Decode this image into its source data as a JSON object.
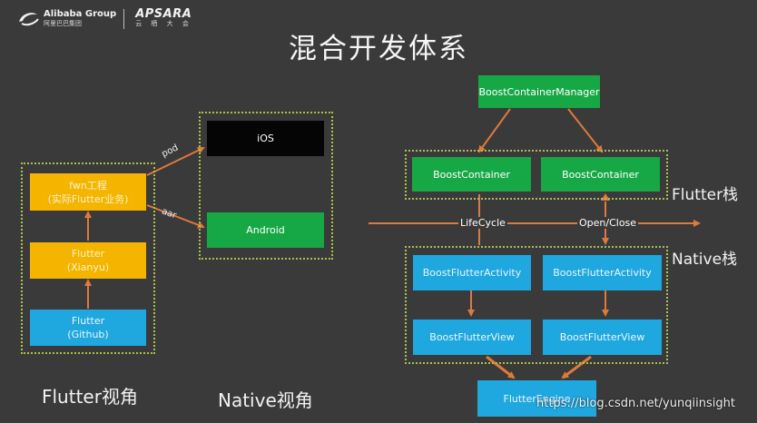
{
  "header": {
    "logo_alibaba": "Alibaba Group",
    "logo_alibaba_cn": "阿里巴巴集团",
    "logo_apsara": "APSARA",
    "logo_apsara_cn": "云 栖 大 会"
  },
  "title": "混合开发体系",
  "flutter_view": {
    "caption": "Flutter视角",
    "box_fwn": "fwn工程\n(实际Flutter业务)",
    "box_xianyu": "Flutter\n(Xianyu)",
    "box_github": "Flutter\n(Github)"
  },
  "native_view": {
    "caption": "Native视角",
    "box_ios": "iOS",
    "box_android": "Android",
    "label_pod": "pod",
    "label_aar": "aar"
  },
  "architecture": {
    "manager": "BoostContainerManager",
    "container_left": "BoostContainer",
    "container_right": "BoostContainer",
    "flutter_stack_label": "Flutter栈",
    "native_stack_label": "Native栈",
    "lifecycle": "LifeCycle",
    "open_close": "Open/Close",
    "activity_left": "BoostFlutterActivity",
    "activity_right": "BoostFlutterActivity",
    "view_left": "BoostFlutterView",
    "view_right": "BoostFlutterView",
    "engine": "FlutterEngine"
  },
  "watermark": "https://blog.csdn.net/yunqiinsight",
  "colors": {
    "background": "#3a3a3a",
    "green": "#17a846",
    "yellow": "#f5b400",
    "blue": "#1fa7e0",
    "arrow": "#e07a3a",
    "dotted_border": "#a9c24a"
  }
}
